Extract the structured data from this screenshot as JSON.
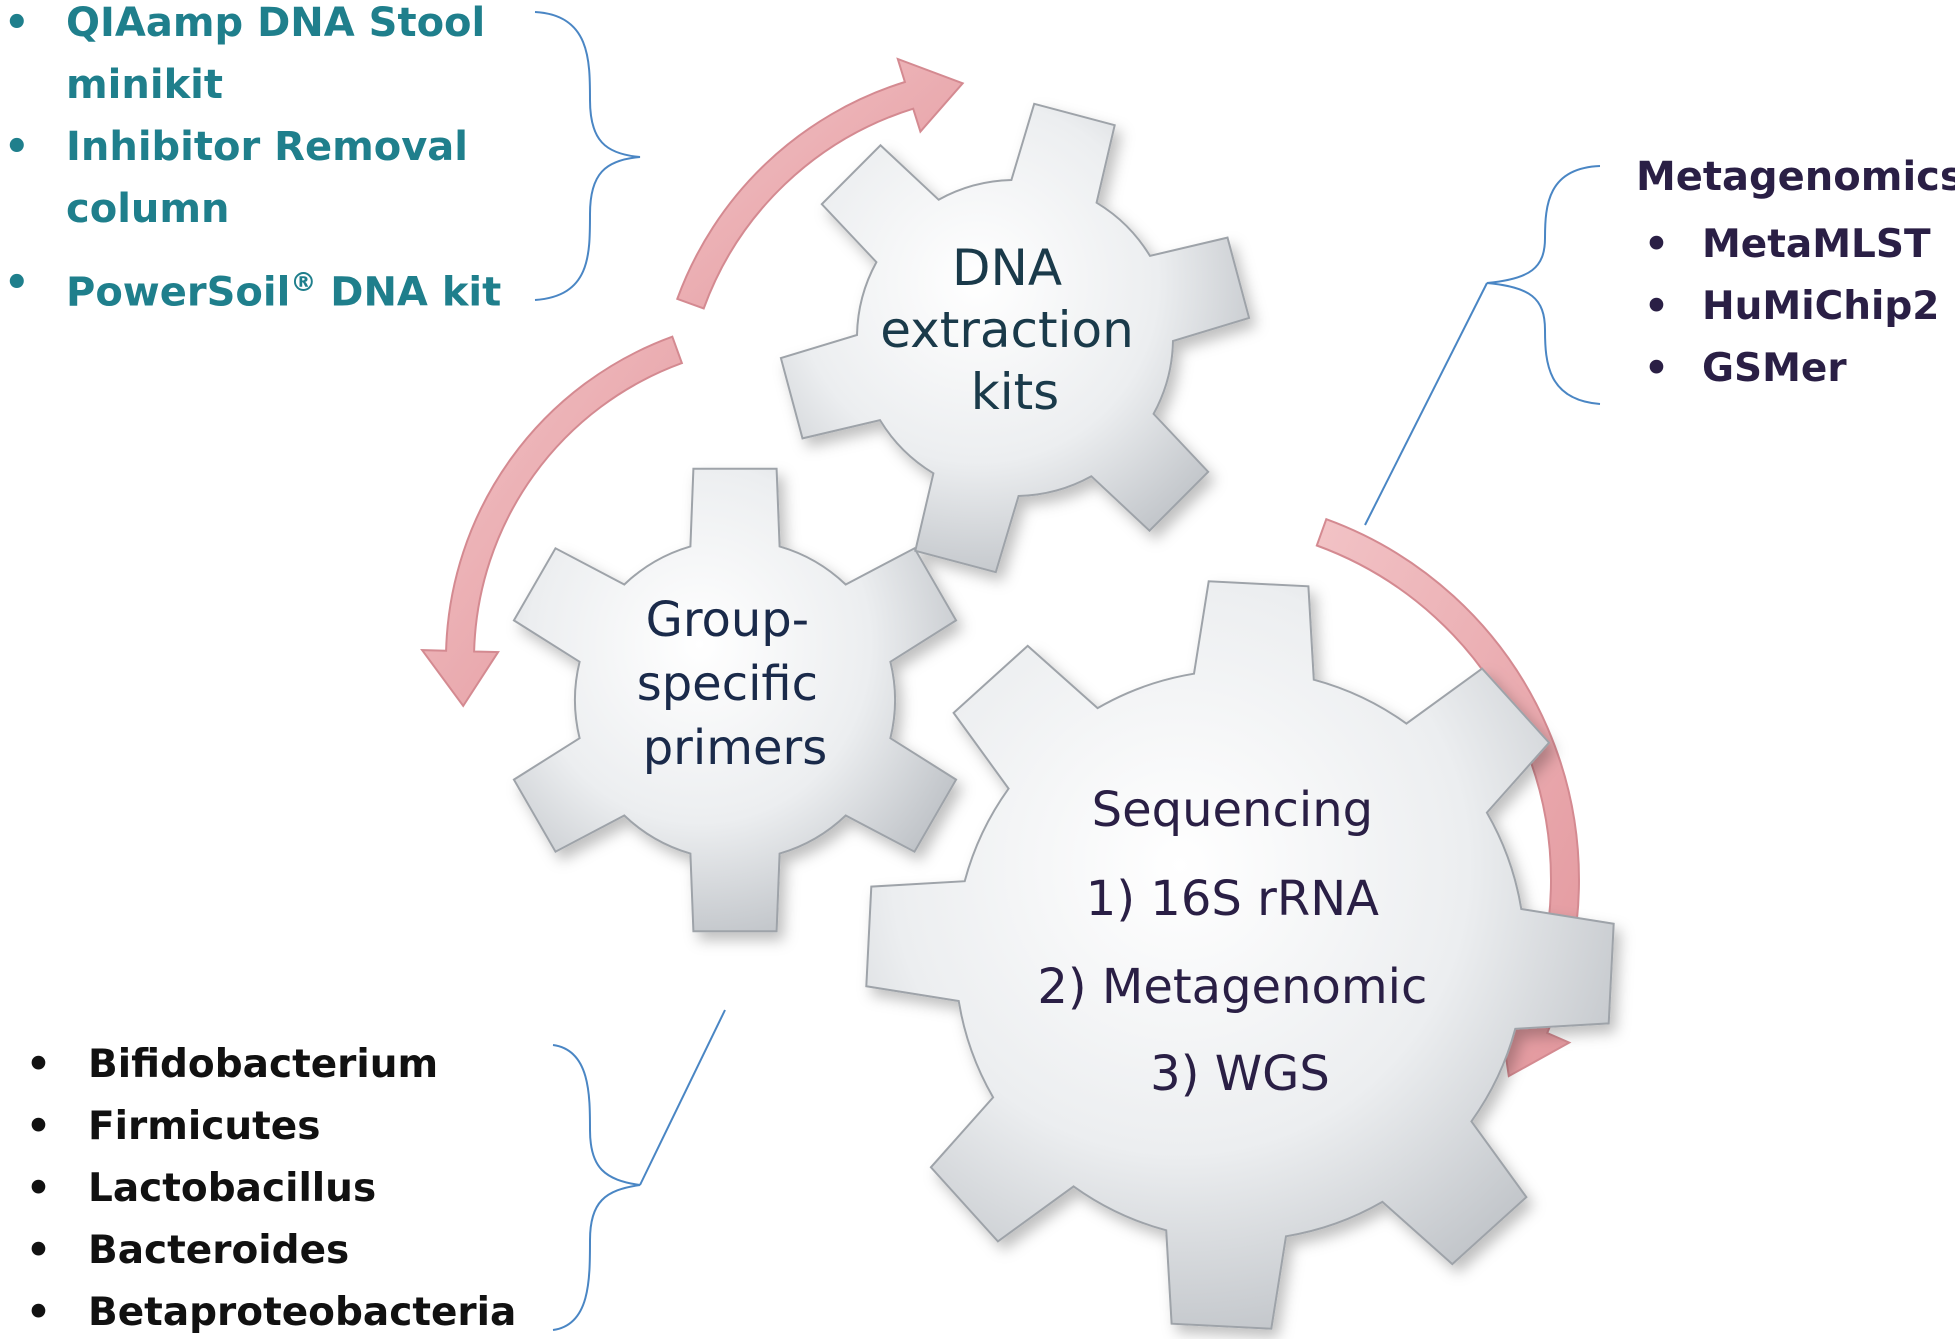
{
  "gears": {
    "dna": {
      "lines": [
        "DNA",
        "extraction",
        "kits"
      ]
    },
    "primers": {
      "lines": [
        "Group-",
        "specific",
        "primers"
      ]
    },
    "sequencing": {
      "lines": [
        "Sequencing",
        "1) 16S rRNA",
        "2) Metagenomic",
        "3) WGS"
      ]
    }
  },
  "extraction_kits": {
    "items": [
      {
        "text": "QIAamp DNA Stool",
        "cont": "minikit"
      },
      {
        "text": "Inhibitor Removal",
        "cont": "column"
      },
      {
        "text": "PowerSoil",
        "sup": "®",
        "after": " DNA kit"
      }
    ]
  },
  "metagenomics": {
    "title": "Metagenomics",
    "items": [
      "MetaMLST",
      "HuMiChip2",
      "GSMer"
    ]
  },
  "bacteria": {
    "items": [
      "Bifidobacterium",
      "Firmicutes",
      "Lactobacillus",
      "Bacteroides",
      "Betaproteobacteria"
    ]
  },
  "bullet_char": "•",
  "colors": {
    "arrow": "#e8a7ac",
    "arrow_edge": "#d48a91",
    "connector": "#4a86c4",
    "kits_text": "#1f7f8c",
    "meta_text": "#2a1f45",
    "bacteria_text": "#111111",
    "gear_text": "#1a2a4a"
  }
}
